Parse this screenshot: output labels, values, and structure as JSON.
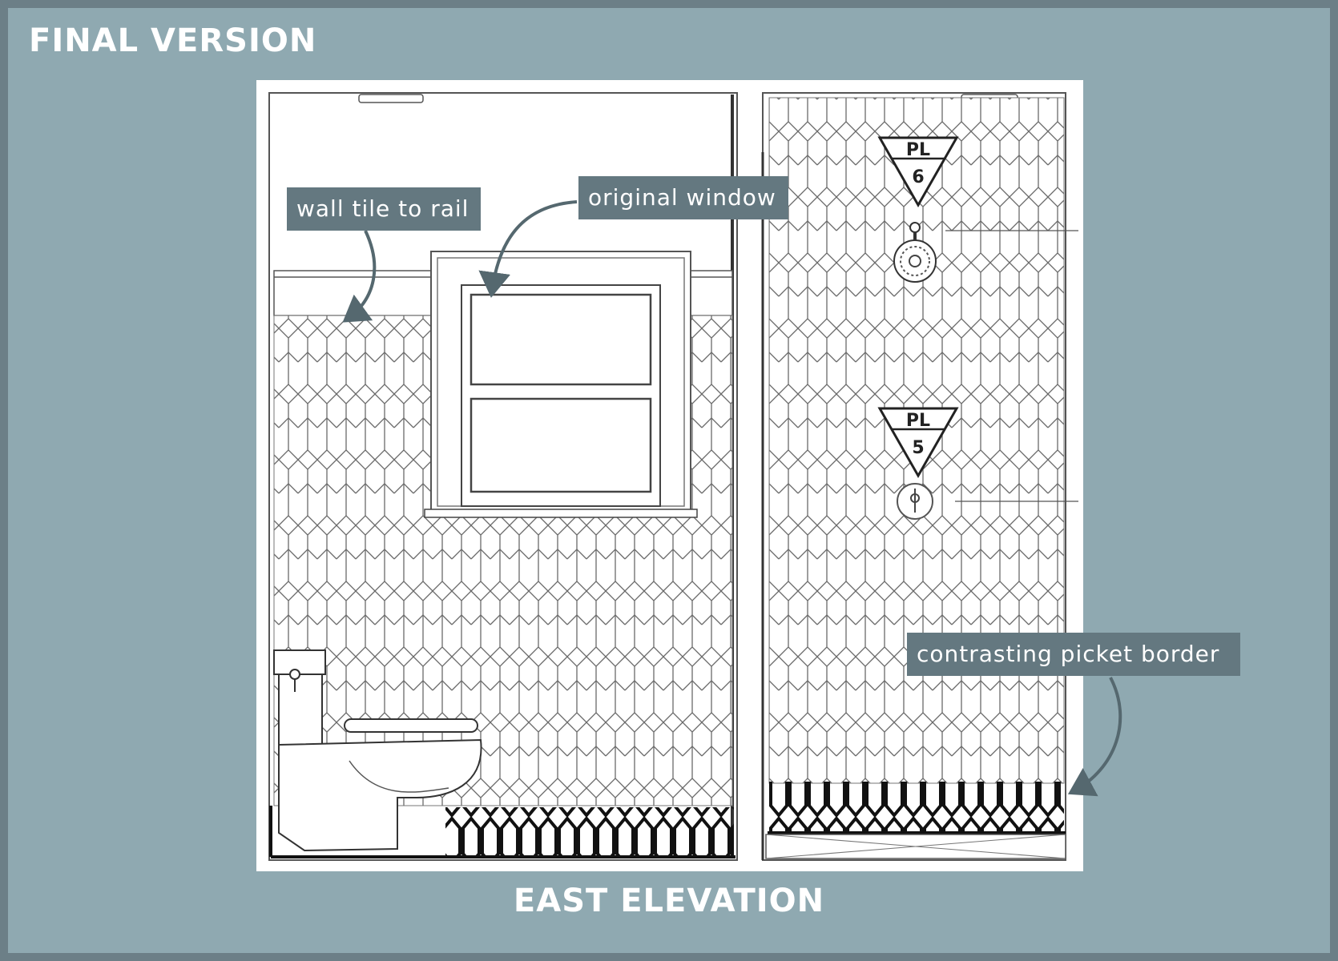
{
  "heading": "FINAL VERSION",
  "footer": "EAST ELEVATION",
  "callouts": {
    "wall_tile": "wall tile to rail",
    "window": "original window",
    "border": "contrasting picket border"
  },
  "markers": [
    {
      "code": "PL",
      "number": "6"
    },
    {
      "code": "PL",
      "number": "5"
    }
  ],
  "colors": {
    "background": "#8fa9b1",
    "frame": "#6c7f87",
    "callout_fill": "#647880",
    "line": "#555555",
    "border_tile": "#111111"
  }
}
